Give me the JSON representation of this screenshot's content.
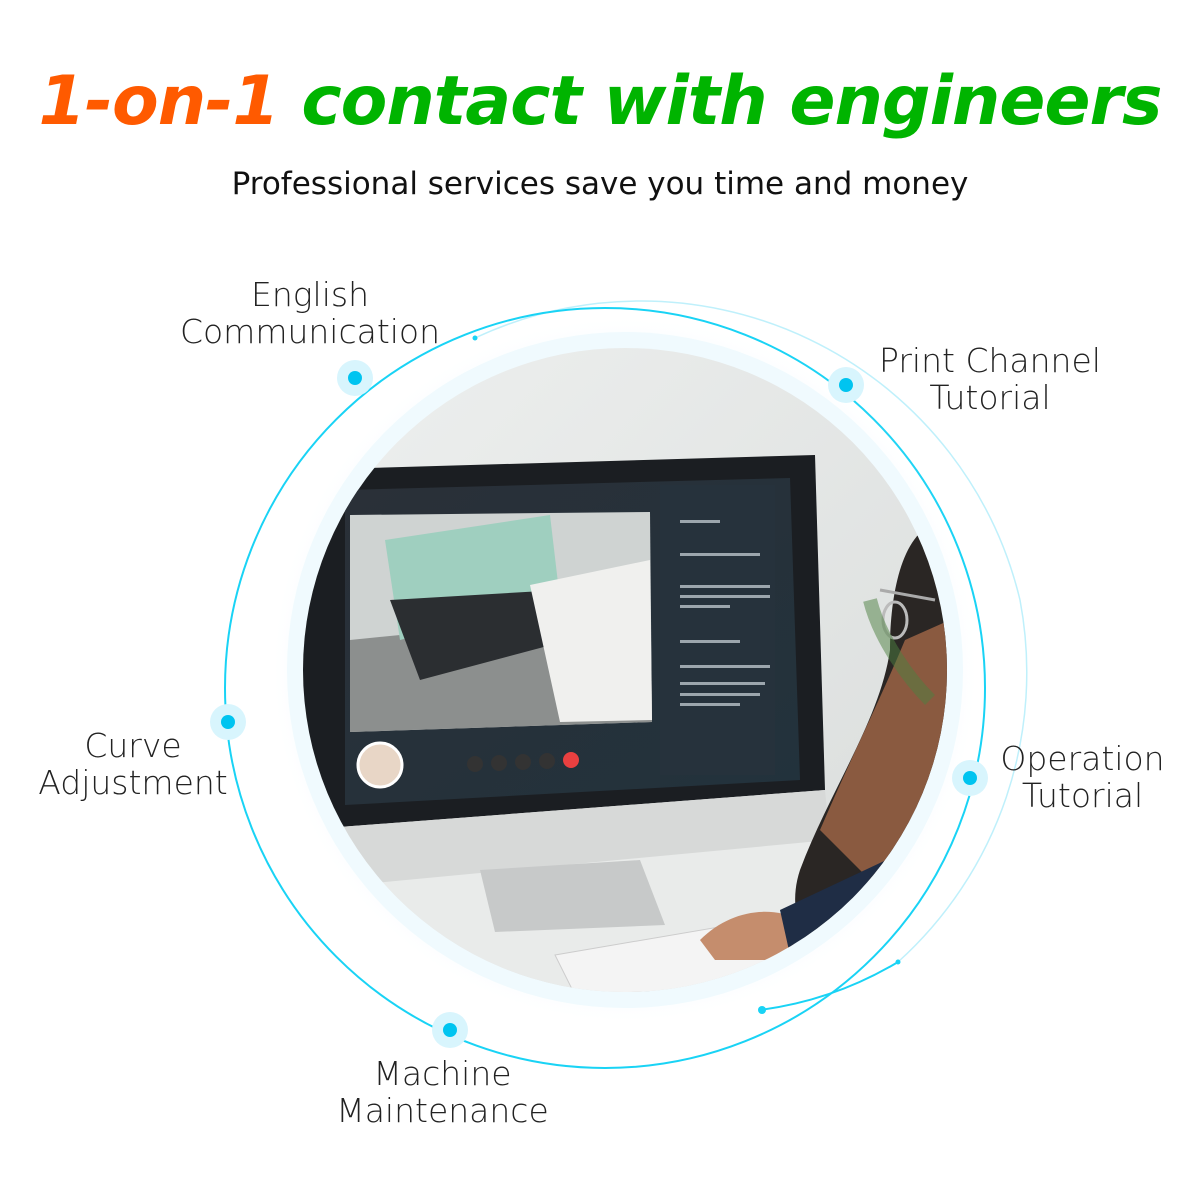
{
  "header": {
    "title_highlight": "1-on-1",
    "title_rest": "contact with engineers",
    "subtitle": "Professional services save you time and money"
  },
  "services": [
    {
      "line1": "English",
      "line2": "Communication"
    },
    {
      "line1": "Print Channel",
      "line2": "Tutorial"
    },
    {
      "line1": "Curve",
      "line2": "Adjustment"
    },
    {
      "line1": "Operation",
      "line2": "Tutorial"
    },
    {
      "line1": "Machine",
      "line2": "Maintenance"
    }
  ],
  "colors": {
    "orange": "#ff5a00",
    "green": "#00b400",
    "cyan": "#19d3f5",
    "dot": "#00c4f0"
  }
}
